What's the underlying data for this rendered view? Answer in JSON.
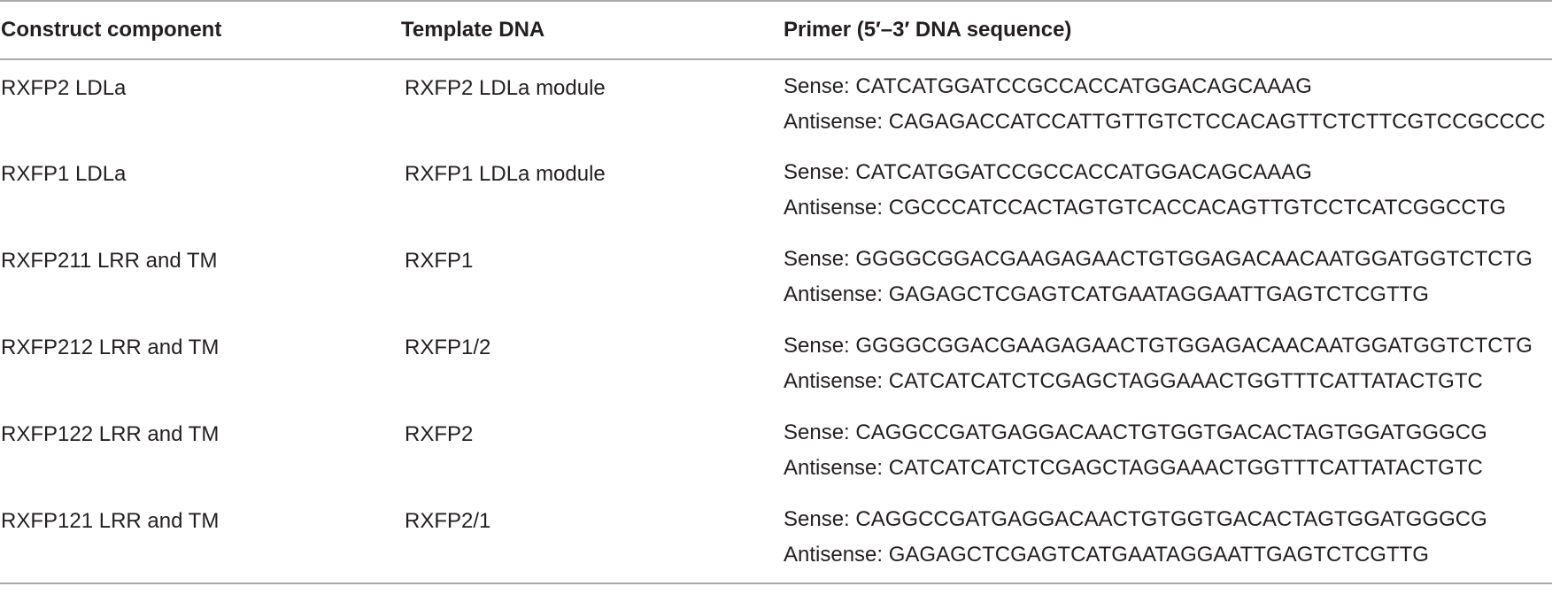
{
  "table": {
    "headers": {
      "construct": "Construct component",
      "template": "Template DNA",
      "primer": "Primer (5′–3′ DNA sequence)"
    },
    "rows": [
      {
        "construct": "RXFP2 LDLa",
        "template": "RXFP2 LDLa module",
        "sense": "Sense: CATCATGGATCCGCCACCATGGACAGCAAAG",
        "antisense": "Antisense: CAGAGACCATCCATTGTTGTCTCCACAGTTCTCTTCGTCCGCCCC"
      },
      {
        "construct": "RXFP1 LDLa",
        "template": "RXFP1 LDLa module",
        "sense": "Sense: CATCATGGATCCGCCACCATGGACAGCAAAG",
        "antisense": "Antisense: CGCCCATCCACTAGTGTCACCACAGTTGTCCTCATCGGCCTG"
      },
      {
        "construct": "RXFP211 LRR and TM",
        "template": "RXFP1",
        "sense": "Sense: GGGGCGGACGAAGAGAACTGTGGAGACAACAATGGATGGTCTCTG",
        "antisense": "Antisense: GAGAGCTCGAGTCATGAATAGGAATTGAGTCTCGTTG"
      },
      {
        "construct": "RXFP212 LRR and TM",
        "template": "RXFP1/2",
        "sense": "Sense: GGGGCGGACGAAGAGAACTGTGGAGACAACAATGGATGGTCTCTG",
        "antisense": "Antisense: CATCATCATCTCGAGCTAGGAAACTGGTTTCATTATACTGTC"
      },
      {
        "construct": "RXFP122 LRR and TM",
        "template": "RXFP2",
        "sense": "Sense: CAGGCCGATGAGGACAACTGTGGTGACACTAGTGGATGGGCG",
        "antisense": "Antisense: CATCATCATCTCGAGCTAGGAAACTGGTTTCATTATACTGTC"
      },
      {
        "construct": "RXFP121 LRR and TM",
        "template": "RXFP2/1",
        "sense": "Sense: CAGGCCGATGAGGACAACTGTGGTGACACTAGTGGATGGGCG",
        "antisense": "Antisense: GAGAGCTCGAGTCATGAATAGGAATTGAGTCTCGTTG"
      }
    ]
  }
}
